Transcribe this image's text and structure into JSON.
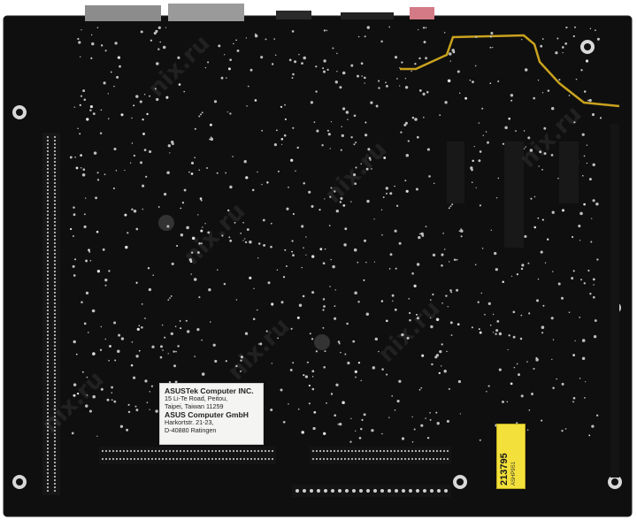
{
  "label_card": {
    "company": "ASUSTek Computer INC.",
    "address_line_1": "15 Li-Te Road, Peitou,",
    "address_line_2": "Taipei, Taiwan 11259",
    "company_2": "ASUS Computer GmbH",
    "address_line_3": "Harkortstr. 21-23,",
    "address_line_4": "D-40880 Ratingen"
  },
  "sticker": {
    "number": "213795",
    "code": "ASHP9S1"
  },
  "watermarks": [
    "nix.ru",
    "nix.ru",
    "nix.ru",
    "nix.ru",
    "nix.ru",
    "nix.ru",
    "nix.ru"
  ],
  "colors": {
    "board": "#0d0d0d",
    "trace_gold": "#c9a21e",
    "sticker": "#f3e03a"
  }
}
